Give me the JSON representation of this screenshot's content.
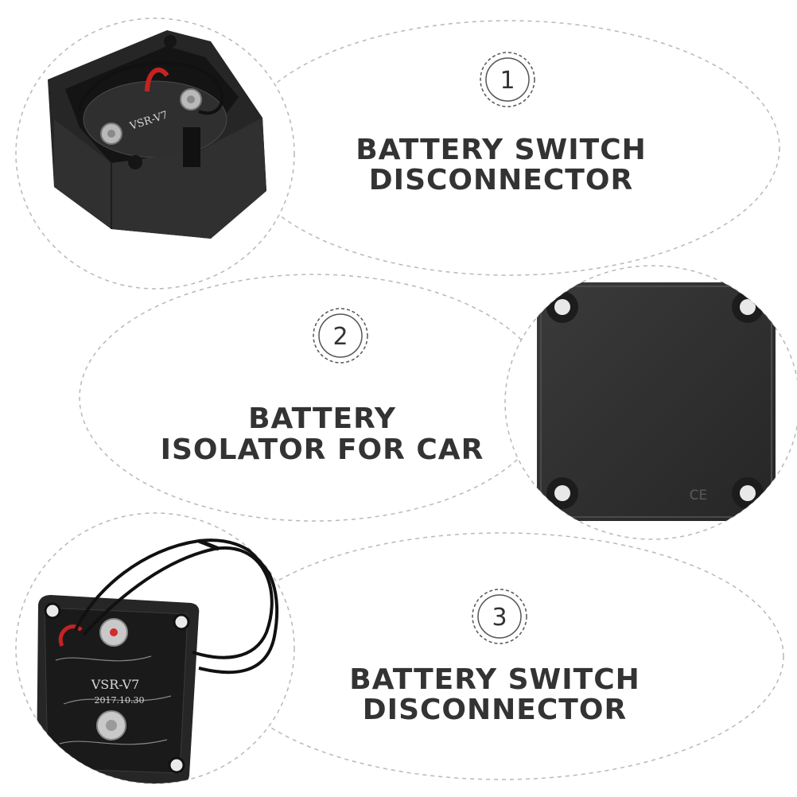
{
  "panels": [
    {
      "number": "1",
      "title_line1": "BATTERY SWITCH",
      "title_line2": "DISCONNECTOR",
      "image": {
        "description": "black battery switch housing with red and black leads",
        "board_print": "VSR-V7"
      }
    },
    {
      "number": "2",
      "title_line1": "BATTERY",
      "title_line2": "ISOLATOR FOR CAR",
      "image": {
        "description": "black square cover plate with four mounting holes",
        "mark": "CE"
      }
    },
    {
      "number": "3",
      "title_line1": "BATTERY SWITCH",
      "title_line2": "DISCONNECTOR",
      "image": {
        "description": "open relay board with coiled black wire",
        "board_print_1": "VSR-V7",
        "board_print_2": "2017.10.30"
      }
    }
  ],
  "colors": {
    "text": "#333333",
    "dashed_outline": "#b8b8b8",
    "device_black": "#2b2b2b",
    "accent_red": "#d42a2a"
  }
}
